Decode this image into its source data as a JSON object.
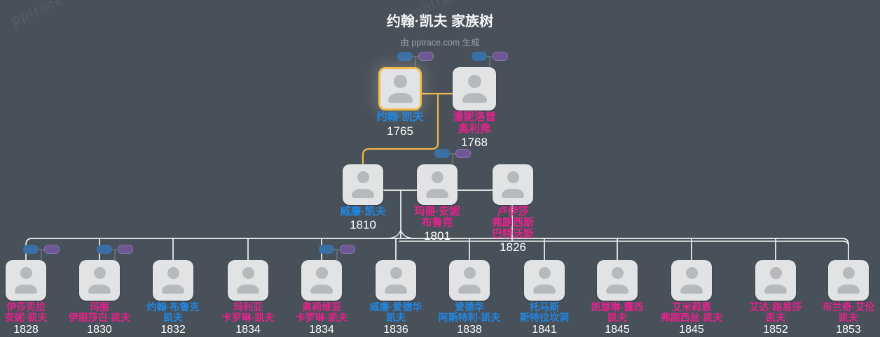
{
  "page": {
    "title": "约翰·凯夫 家族树",
    "subtitle": "由 pptrace.com 生成",
    "watermark": "pptrace"
  },
  "colors": {
    "male": "#2088e4",
    "female": "#e8218e",
    "highlight": "#f0bd4a",
    "yellow_line": "#ecb64b",
    "white_line": "#f1f2f3",
    "chip_blue": "#3a6fa4",
    "chip_purple": "#6d5795",
    "background": "#485059",
    "card": "#e2e3e4"
  },
  "tree": {
    "generations": [
      {
        "people": [
          {
            "name_lines": [
              "约翰·凯夫"
            ],
            "year": "1765",
            "gender": "male",
            "chips": true,
            "highlighted": true
          },
          {
            "name_lines": [
              "潘妮洛普",
              "奥利弗"
            ],
            "year": "1768",
            "gender": "female",
            "chips": true,
            "highlighted": false
          }
        ]
      },
      {
        "people": [
          {
            "name_lines": [
              "威廉·凯夫"
            ],
            "year": "1810",
            "gender": "male",
            "chips": false,
            "highlighted": false
          },
          {
            "name_lines": [
              "玛丽·安妮",
              "布鲁克"
            ],
            "year": "1801",
            "gender": "female",
            "chips": true,
            "highlighted": false
          },
          {
            "name_lines": [
              "卢伊莎",
              "弗朗西斯",
              "巴特沃斯"
            ],
            "year": "1826",
            "gender": "female",
            "chips": false,
            "highlighted": false
          }
        ]
      },
      {
        "people": [
          {
            "name_lines": [
              "伊莎贝拉",
              "安妮·凯夫"
            ],
            "year": "1828",
            "gender": "female",
            "chips": true,
            "highlighted": false
          },
          {
            "name_lines": [
              "玛丽",
              "伊丽莎白·凯夫"
            ],
            "year": "1830",
            "gender": "female",
            "chips": true,
            "highlighted": false
          },
          {
            "name_lines": [
              "约翰·布鲁克",
              "凯夫"
            ],
            "year": "1832",
            "gender": "male",
            "chips": false,
            "highlighted": false
          },
          {
            "name_lines": [
              "玛利亚",
              "卡罗琳·凯夫"
            ],
            "year": "1834",
            "gender": "female",
            "chips": false,
            "highlighted": false
          },
          {
            "name_lines": [
              "奥莉维亚",
              "卡罗琳·凯夫"
            ],
            "year": "1834",
            "gender": "female",
            "chips": true,
            "highlighted": false
          },
          {
            "name_lines": [
              "威廉·爱德华",
              "凯夫"
            ],
            "year": "1836",
            "gender": "male",
            "chips": false,
            "highlighted": false
          },
          {
            "name_lines": [
              "爱德华",
              "阿斯特利·凯夫"
            ],
            "year": "1838",
            "gender": "male",
            "chips": false,
            "highlighted": false
          },
          {
            "name_lines": [
              "托马斯",
              "斯特拉坎洞"
            ],
            "year": "1841",
            "gender": "male",
            "chips": false,
            "highlighted": false
          },
          {
            "name_lines": [
              "凯瑟琳·露西",
              "凯夫"
            ],
            "year": "1845",
            "gender": "female",
            "chips": false,
            "highlighted": false
          },
          {
            "name_lines": [
              "艾米莉恩",
              "弗朗西丝·凯夫"
            ],
            "year": "1845",
            "gender": "female",
            "chips": false,
            "highlighted": false
          },
          {
            "name_lines": [
              "艾达·路易莎",
              "凯夫"
            ],
            "year": "1852",
            "gender": "female",
            "chips": false,
            "highlighted": false
          },
          {
            "name_lines": [
              "布兰奇·艾伦",
              "凯夫"
            ],
            "year": "1853",
            "gender": "female",
            "chips": false,
            "highlighted": false
          }
        ]
      }
    ]
  }
}
